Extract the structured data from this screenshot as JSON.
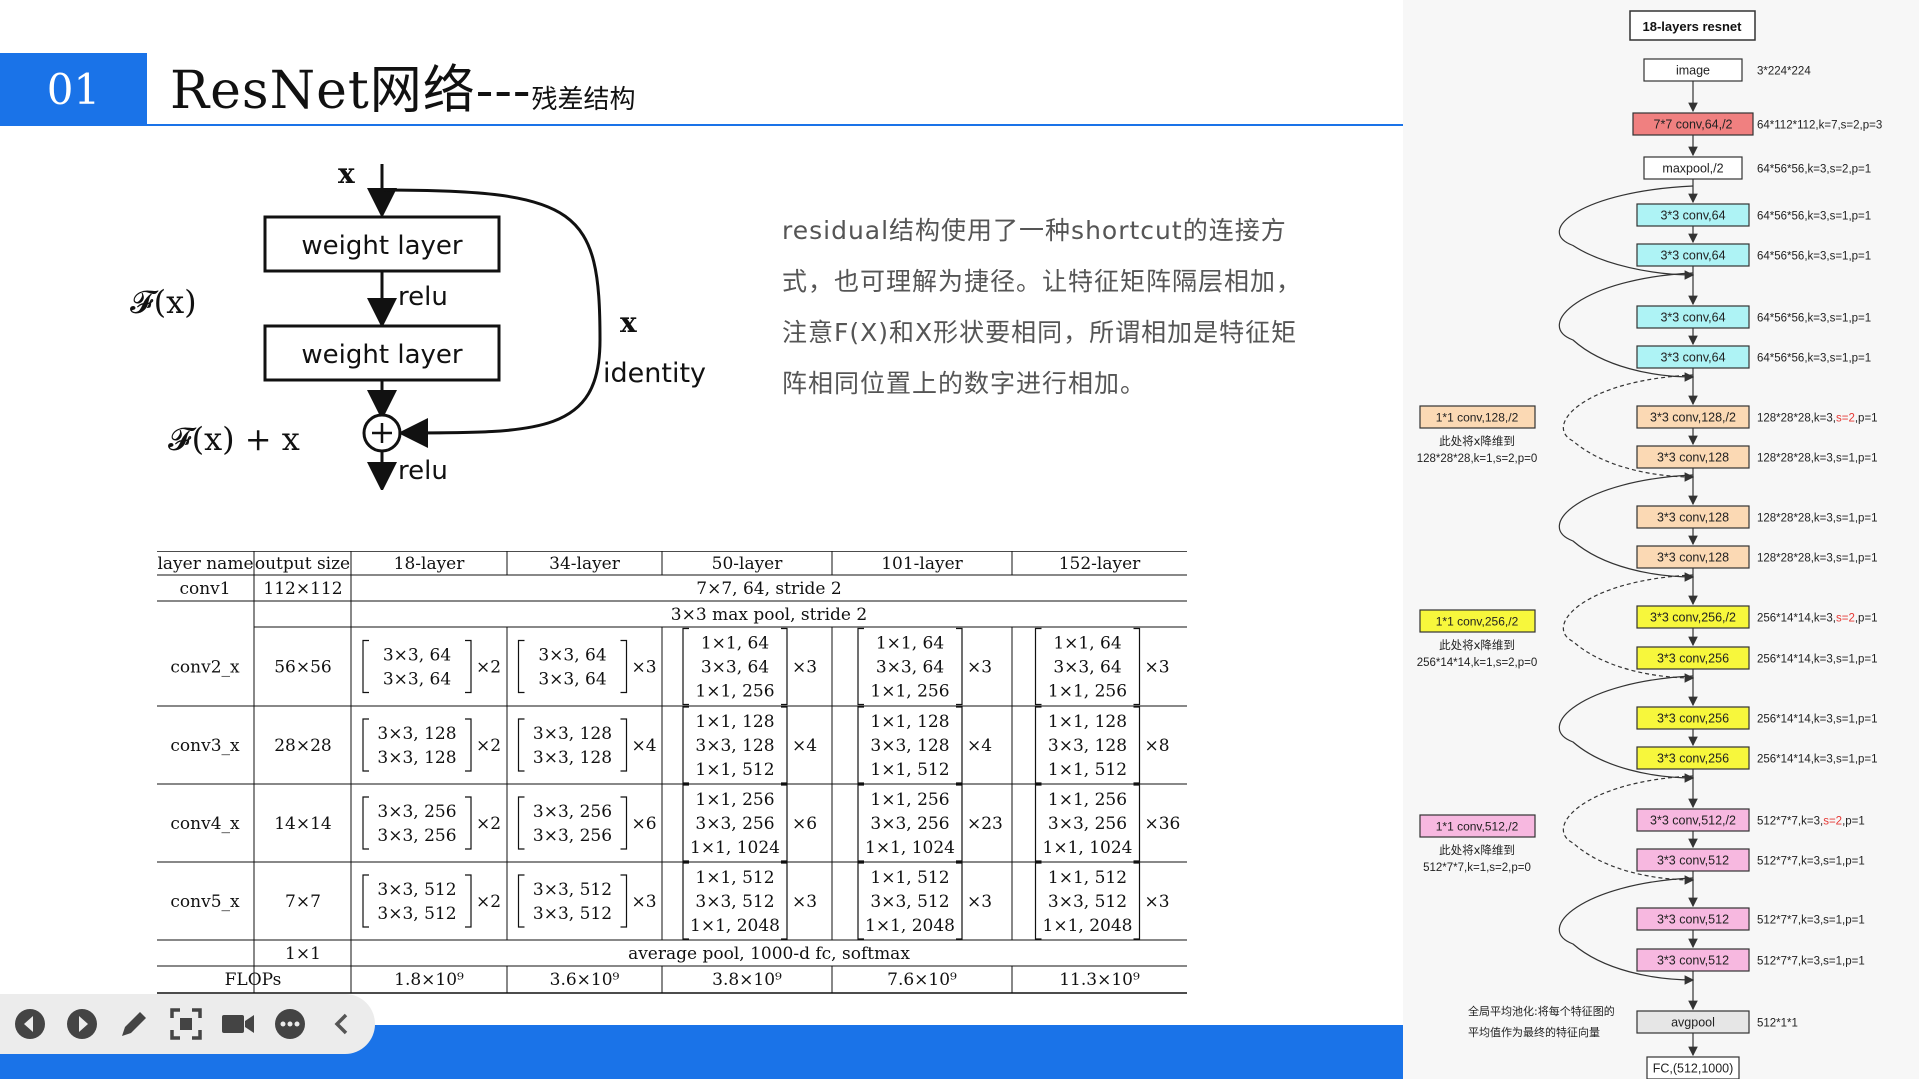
{
  "slide": {
    "number": "01",
    "title_main": "ResNet网络---",
    "title_sub": "残差结构",
    "description": "residual结构使用了一种shortcut的连接方式，也可理解为捷径。让特征矩阵隔层相加，注意F(X)和X形状要相同，所谓相加是特征矩阵相同位置上的数字进行相加。"
  },
  "diagram": {
    "input": "x",
    "layer1": "weight layer",
    "relu1": "relu",
    "layer2": "weight layer",
    "fx": "𝓕(x)",
    "identity_x": "x",
    "identity": "identity",
    "sum_label": "𝓕(x) + x",
    "relu2": "relu"
  },
  "table": {
    "headers": [
      "layer name",
      "output size",
      "18-layer",
      "34-layer",
      "50-layer",
      "101-layer",
      "152-layer"
    ],
    "conv1": {
      "name": "conv1",
      "size": "112×112",
      "text": "7×7, 64, stride 2"
    },
    "pool": "3×3 max pool, stride 2",
    "stages": [
      {
        "name": "conv2_x",
        "size": "56×56",
        "blocks": [
          {
            "lines": [
              "3×3, 64",
              "3×3, 64"
            ],
            "mult": "×2"
          },
          {
            "lines": [
              "3×3, 64",
              "3×3, 64"
            ],
            "mult": "×3"
          },
          {
            "lines": [
              "1×1, 64",
              "3×3, 64",
              "1×1, 256"
            ],
            "mult": "×3"
          },
          {
            "lines": [
              "1×1, 64",
              "3×3, 64",
              "1×1, 256"
            ],
            "mult": "×3"
          },
          {
            "lines": [
              "1×1, 64",
              "3×3, 64",
              "1×1, 256"
            ],
            "mult": "×3"
          }
        ]
      },
      {
        "name": "conv3_x",
        "size": "28×28",
        "blocks": [
          {
            "lines": [
              "3×3, 128",
              "3×3, 128"
            ],
            "mult": "×2"
          },
          {
            "lines": [
              "3×3, 128",
              "3×3, 128"
            ],
            "mult": "×4"
          },
          {
            "lines": [
              "1×1, 128",
              "3×3, 128",
              "1×1, 512"
            ],
            "mult": "×4"
          },
          {
            "lines": [
              "1×1, 128",
              "3×3, 128",
              "1×1, 512"
            ],
            "mult": "×4"
          },
          {
            "lines": [
              "1×1, 128",
              "3×3, 128",
              "1×1, 512"
            ],
            "mult": "×8"
          }
        ]
      },
      {
        "name": "conv4_x",
        "size": "14×14",
        "blocks": [
          {
            "lines": [
              "3×3, 256",
              "3×3, 256"
            ],
            "mult": "×2"
          },
          {
            "lines": [
              "3×3, 256",
              "3×3, 256"
            ],
            "mult": "×6"
          },
          {
            "lines": [
              "1×1, 256",
              "3×3, 256",
              "1×1, 1024"
            ],
            "mult": "×6"
          },
          {
            "lines": [
              "1×1, 256",
              "3×3, 256",
              "1×1, 1024"
            ],
            "mult": "×23"
          },
          {
            "lines": [
              "1×1, 256",
              "3×3, 256",
              "1×1, 1024"
            ],
            "mult": "×36"
          }
        ]
      },
      {
        "name": "conv5_x",
        "size": "7×7",
        "blocks": [
          {
            "lines": [
              "3×3, 512",
              "3×3, 512"
            ],
            "mult": "×2"
          },
          {
            "lines": [
              "3×3, 512",
              "3×3, 512"
            ],
            "mult": "×3"
          },
          {
            "lines": [
              "1×1, 512",
              "3×3, 512",
              "1×1, 2048"
            ],
            "mult": "×3"
          },
          {
            "lines": [
              "1×1, 512",
              "3×3, 512",
              "1×1, 2048"
            ],
            "mult": "×3"
          },
          {
            "lines": [
              "1×1, 512",
              "3×3, 512",
              "1×1, 2048"
            ],
            "mult": "×3"
          }
        ]
      }
    ],
    "final": {
      "size": "1×1",
      "text": "average pool, 1000-d fc, softmax"
    },
    "flops": {
      "name": "FLOPs",
      "values": [
        "1.8×10⁹",
        "3.6×10⁹",
        "3.8×10⁹",
        "7.6×10⁹",
        "11.3×10⁹"
      ]
    }
  },
  "toolbar": {
    "icons": [
      "prev-icon",
      "next-icon",
      "pen-icon",
      "screenshot-icon",
      "camera-icon",
      "more-icon",
      "collapse-icon"
    ]
  },
  "side": {
    "title": "18-layers resnet",
    "colors": {
      "red": "#f08080",
      "cyan": "#aef3f5",
      "peach": "#fbd9b4",
      "yellow": "#f7f73c",
      "pink": "#f7b8e0",
      "grey": "#e6e6e6",
      "white": "#ffffff"
    },
    "nodes": [
      {
        "label": "image",
        "note": "3*224*224",
        "color": "white"
      },
      {
        "label": "7*7 conv,64,/2",
        "note": "64*112*112,k=7,s=2,p=3",
        "color": "red"
      },
      {
        "label": "maxpool,/2",
        "note": "64*56*56,k=3,s=2,p=1",
        "color": "white"
      },
      {
        "label": "3*3 conv,64",
        "note": "64*56*56,k=3,s=1,p=1",
        "color": "cyan"
      },
      {
        "label": "3*3 conv,64",
        "note": "64*56*56,k=3,s=1,p=1",
        "color": "cyan"
      },
      {
        "label": "3*3 conv,64",
        "note": "64*56*56,k=3,s=1,p=1",
        "color": "cyan"
      },
      {
        "label": "3*3 conv,64",
        "note": "64*56*56,k=3,s=1,p=1",
        "color": "cyan"
      },
      {
        "label": "3*3 conv,128,/2",
        "note_a": "128*28*28,k=3,",
        "note_red": "s=2",
        "note_b": ",p=1",
        "color": "peach"
      },
      {
        "label": "3*3 conv,128",
        "note": "128*28*28,k=3,s=1,p=1",
        "color": "peach"
      },
      {
        "label": "3*3 conv,128",
        "note": "128*28*28,k=3,s=1,p=1",
        "color": "peach"
      },
      {
        "label": "3*3 conv,128",
        "note": "128*28*28,k=3,s=1,p=1",
        "color": "peach"
      },
      {
        "label": "3*3 conv,256,/2",
        "note_a": "256*14*14,k=3,",
        "note_red": "s=2",
        "note_b": ",p=1",
        "color": "yellow"
      },
      {
        "label": "3*3 conv,256",
        "note": "256*14*14,k=3,s=1,p=1",
        "color": "yellow"
      },
      {
        "label": "3*3 conv,256",
        "note": "256*14*14,k=3,s=1,p=1",
        "color": "yellow"
      },
      {
        "label": "3*3 conv,256",
        "note": "256*14*14,k=3,s=1,p=1",
        "color": "yellow"
      },
      {
        "label": "3*3 conv,512,/2",
        "note_a": "512*7*7,k=3,",
        "note_red": "s=2",
        "note_b": ",p=1",
        "color": "pink"
      },
      {
        "label": "3*3 conv,512",
        "note": "512*7*7,k=3,s=1,p=1",
        "color": "pink"
      },
      {
        "label": "3*3 conv,512",
        "note": "512*7*7,k=3,s=1,p=1",
        "color": "pink"
      },
      {
        "label": "3*3 conv,512",
        "note": "512*7*7,k=3,s=1,p=1",
        "color": "pink"
      },
      {
        "label": "avgpool",
        "note": "512*1*1",
        "color": "grey"
      },
      {
        "label": "FC,(512,1000)",
        "note": "",
        "color": "white"
      }
    ],
    "downsample": [
      {
        "label": "1*1 conv,128,/2",
        "note1": "此处将x降维到",
        "note2": "128*28*28,k=1,s=2,p=0",
        "color": "peach"
      },
      {
        "label": "1*1 conv,256,/2",
        "note1": "此处将x降维到",
        "note2": "256*14*14,k=1,s=2,p=0",
        "color": "yellow"
      },
      {
        "label": "1*1 conv,512,/2",
        "note1": "此处将x降维到",
        "note2": "512*7*7,k=1,s=2,p=0",
        "color": "pink"
      }
    ],
    "gap_note1": "全局平均池化:将每个特征图的",
    "gap_note2": "平均值作为最终的特征向量"
  }
}
